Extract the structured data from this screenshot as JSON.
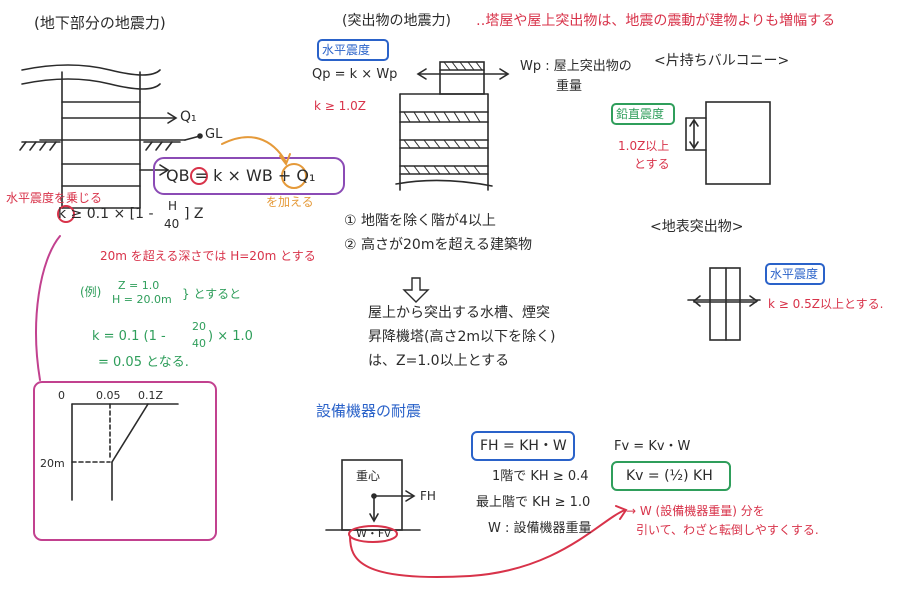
{
  "colors": {
    "ink": "#2b2b2b",
    "red": "#d8334a",
    "orange": "#e59a3a",
    "green": "#2f9e5b",
    "blue": "#2a62c9",
    "purple": "#8b4bb5",
    "magenta": "#c2418f"
  },
  "basement": {
    "title": "(地下部分の地震力)",
    "q1": "Q₁",
    "gl": "GL",
    "formula": "QB = k × WB + Q₁",
    "add_note": "を加える",
    "apply_note": "水平震度を乗じる",
    "k_formula_left": "k ≥ 0.1 × [1 -",
    "k_formula_num": "H",
    "k_formula_den": "40",
    "k_formula_right": "] Z",
    "depth_note": "20m を超える深さでは H=20m とする",
    "example_label": "(例)",
    "example_z": "Z = 1.0",
    "example_h": "H = 20.0m",
    "example_then": "} とすると",
    "example_calc_left": "k = 0.1 (1 -",
    "example_calc_num": "20",
    "example_calc_den": "40",
    "example_calc_right": ") × 1.0",
    "example_result": "= 0.05 となる.",
    "graph_zero": "0",
    "graph_005": "0.05",
    "graph_01z": "0.1Z",
    "graph_20m": "20m"
  },
  "projection": {
    "title": "(突出物の地震力)",
    "headline": "‥塔屋や屋上突出物は、地震の震動が建物よりも増幅する",
    "horizontal_tag": "水平震度",
    "wp_formula": "Qp = k × Wp",
    "k_cond": "k ≥ 1.0Z",
    "wp_def_1": "Wp : 屋上突出物の",
    "wp_def_2": "重量",
    "cond_1": "① 地階を除く階が4以上",
    "cond_2": "② 高さが20mを超える建築物",
    "arrow_down": "⇩",
    "rule_1": "屋上から突出する水槽、煙突",
    "rule_2": "昇降機塔(高さ2m以下を除く)",
    "rule_3": "は、Z=1.0以上とする",
    "balcony_title": "<片持ちバルコニー>",
    "vertical_tag": "鉛直震度",
    "vertical_note_1": "1.0Z以上",
    "vertical_note_2": "とする",
    "ground_title": "<地表突出物>",
    "ground_tag": "水平震度",
    "ground_note": "k ≥ 0.5Z以上とする."
  },
  "equipment": {
    "title": "設備機器の耐震",
    "center": "重心",
    "fh_label": "FH",
    "wfv_label": "W・Fv",
    "fh_formula": "FH = KH・W",
    "floor1": "1階で KH ≥ 0.4",
    "top_floor": "最上階で KH ≥ 1.0",
    "w_def": "W : 設備機器重量",
    "fv_formula": "Fv = Kv・W",
    "kv_formula": "Kv = (½) KH",
    "note_1": "→ W (設備機器重量) 分を",
    "note_2": "引いて、わざと転倒しやすくする."
  }
}
